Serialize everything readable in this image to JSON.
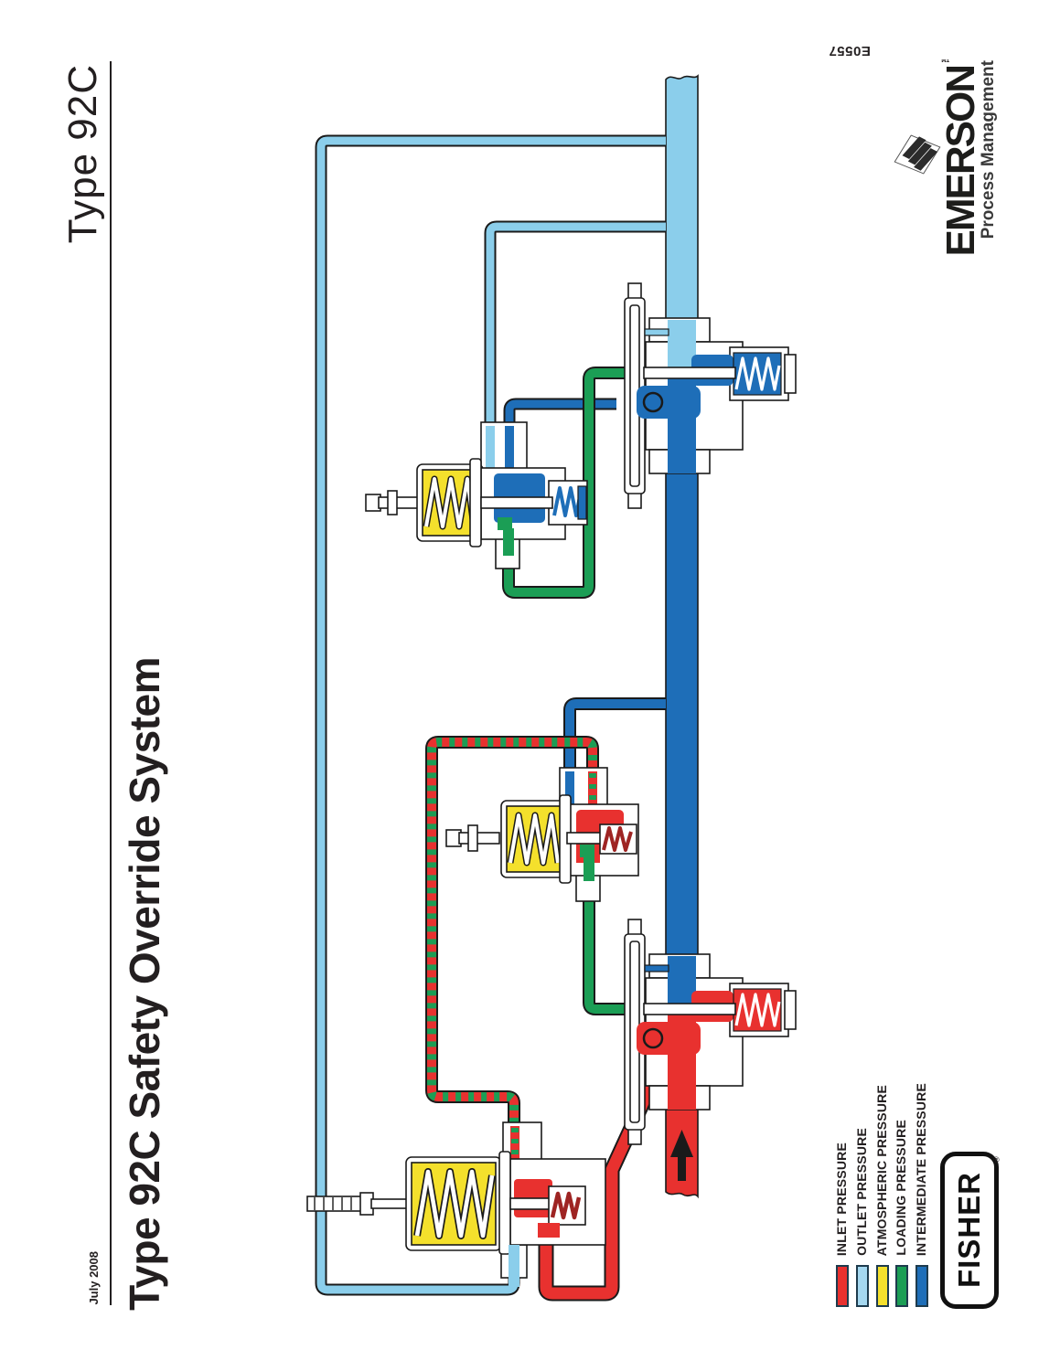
{
  "header": {
    "model": "Type 92C",
    "date": "July 2008",
    "doc_number": "E0557"
  },
  "title": "Type 92C Safety Override System",
  "brand": {
    "emerson": {
      "name": "EMERSON",
      "mark": "™",
      "subtitle": "Process Management",
      "diamond_icon": "emerson-diamond"
    },
    "fisher": {
      "name": "FISHER",
      "registered": "®"
    }
  },
  "legend": {
    "items": [
      {
        "label": "INLET PRESSURE",
        "color": "#E8312F"
      },
      {
        "label": "OUTLET PRESSURE",
        "color": "#A5D8F0"
      },
      {
        "label": "ATMOSPHERIC PRESSURE",
        "color": "#F4E02C"
      },
      {
        "label": "LOADING PRESSURE",
        "color": "#1B9E55"
      },
      {
        "label": "INTERMEDIATE PRESSURE",
        "color": "#1E6EB8"
      }
    ]
  },
  "diagram": {
    "description": "Type 92C Safety Override System flow schematic",
    "flow_direction": "up",
    "colors": {
      "inlet": "#E8312F",
      "outlet": "#8BCEEB",
      "atmospheric": "#F4E02C",
      "loading": "#1B9E55",
      "intermediate": "#1E6EB8",
      "spring_dark": "#9E2423",
      "line": "#1a1a1a"
    },
    "components": [
      "outlet-pipe",
      "override-monitor-regulator",
      "override-pilot",
      "intermediate-pipe",
      "working-pilot",
      "working-monitor-regulator",
      "pilot-supply-regulator",
      "inlet-pipe",
      "flow-direction-arrow"
    ]
  }
}
